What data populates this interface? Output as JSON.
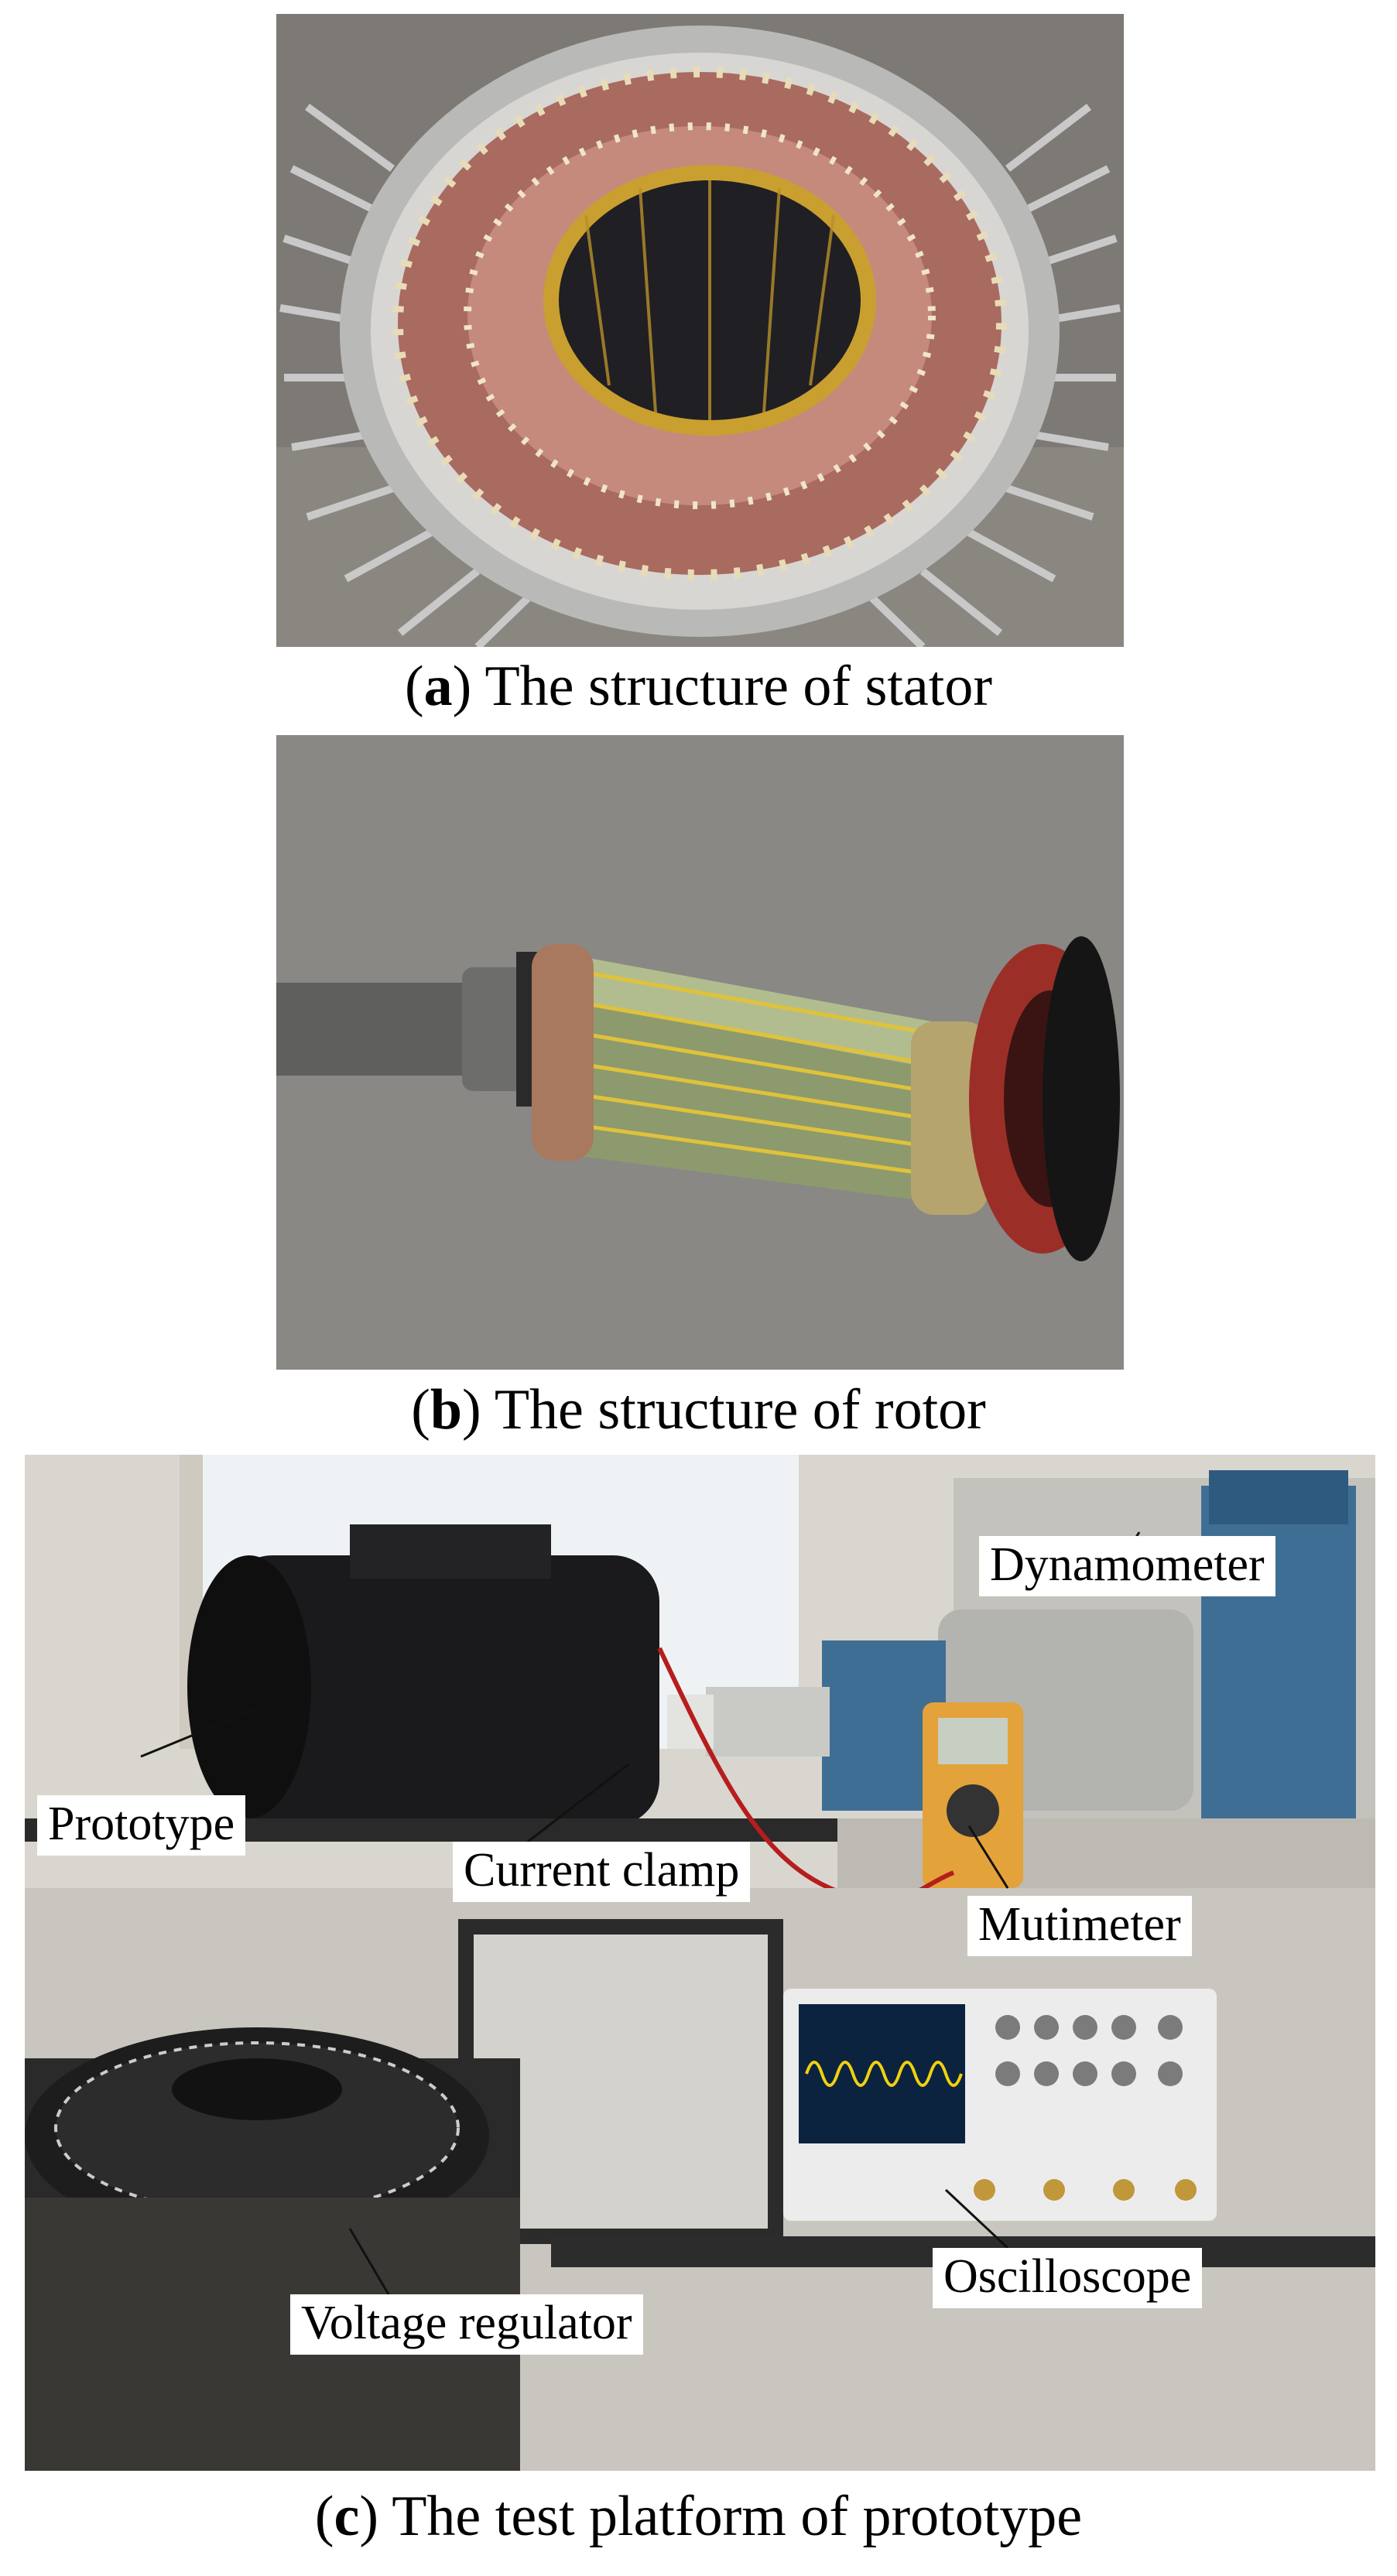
{
  "figure": {
    "panels": [
      {
        "id": "a",
        "letter": "a",
        "caption": "The structure of stator"
      },
      {
        "id": "b",
        "letter": "b",
        "caption": "The structure of rotor"
      },
      {
        "id": "c",
        "letter": "c",
        "caption": "The test platform of prototype"
      }
    ],
    "callouts": {
      "dynamometer": "Dynamometer",
      "prototype": "Prototype",
      "current_clamp": "Current clamp",
      "mutimeter": "Mutimeter",
      "oscilloscope": "Oscilloscope",
      "voltage_regulator": "Voltage regulator"
    }
  }
}
